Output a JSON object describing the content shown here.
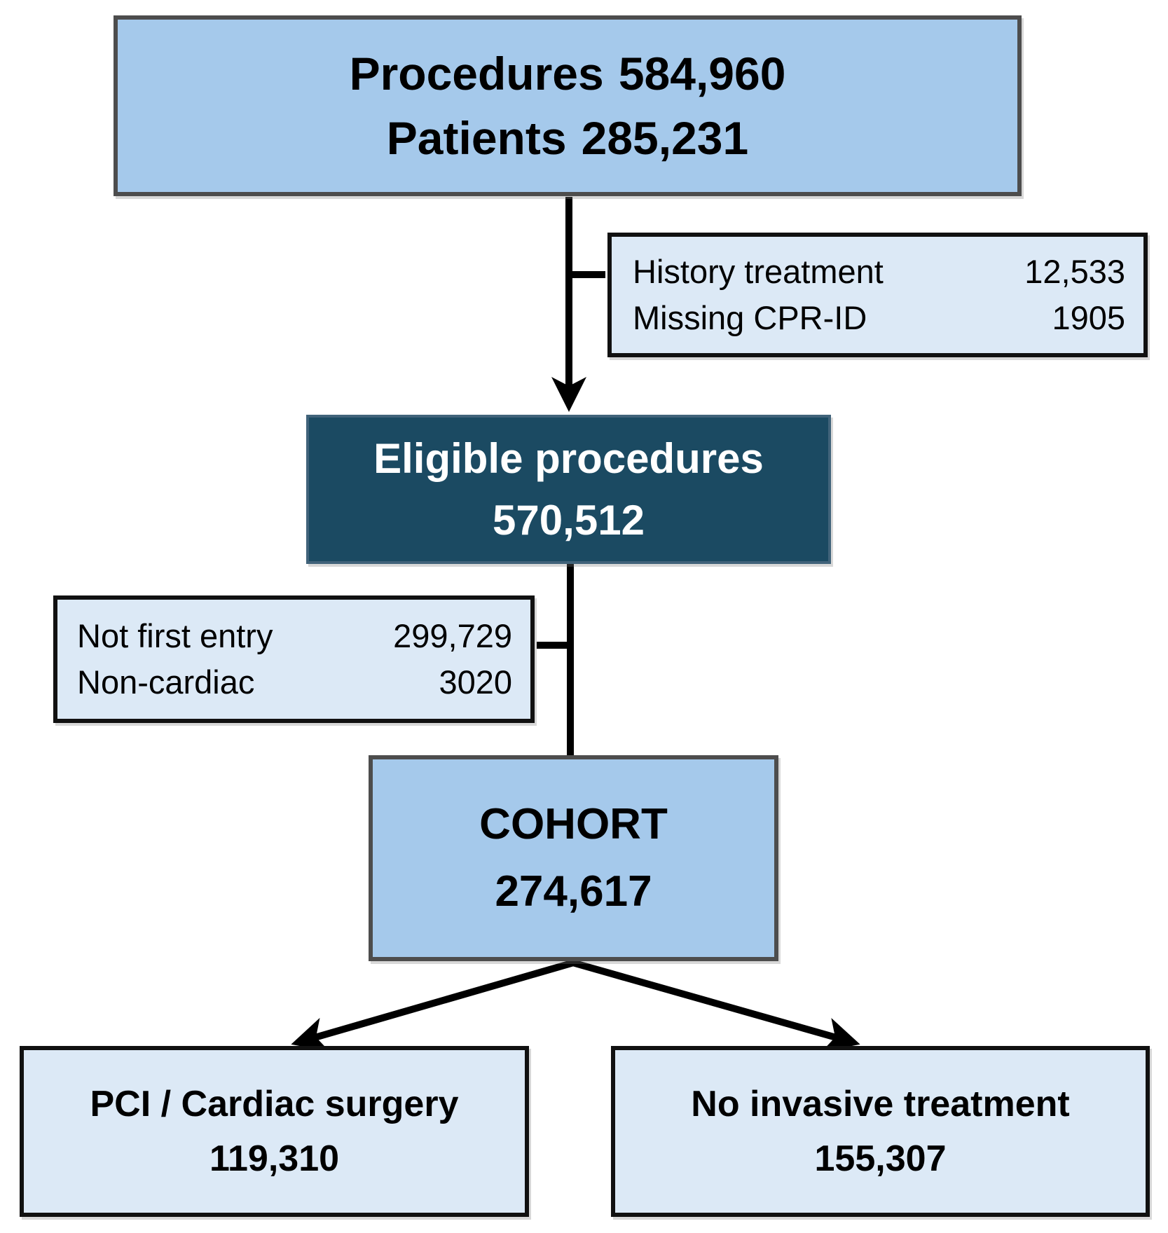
{
  "colors": {
    "light_blue": "#a5c9eb",
    "pale_blue": "#dce9f6",
    "dark_teal": "#1b4a62",
    "box_border_gray": "#4d4d4d",
    "box_border_black": "#111111",
    "connector_black": "#000000",
    "dark_box_text": "#ffffff",
    "text": "#000000"
  },
  "boxes": {
    "procedures": {
      "rows": [
        {
          "label": "Procedures",
          "value": "584,960"
        },
        {
          "label": "Patients",
          "value": "285,231"
        }
      ]
    },
    "exclusion_top": {
      "rows": [
        {
          "label": "History treatment",
          "value": "12,533"
        },
        {
          "label": "Missing CPR-ID",
          "value": "1905"
        }
      ]
    },
    "eligible": {
      "title": "Eligible procedures",
      "value": "570,512"
    },
    "exclusion_mid": {
      "rows": [
        {
          "label": "Not first entry",
          "value": "299,729"
        },
        {
          "label": "Non-cardiac",
          "value": "3020"
        }
      ]
    },
    "cohort": {
      "title": "COHORT",
      "value": "274,617"
    },
    "pci_surgery": {
      "title": "PCI / Cardiac surgery",
      "value": "119,310"
    },
    "no_invasive": {
      "title": "No invasive treatment",
      "value": "155,307"
    }
  }
}
